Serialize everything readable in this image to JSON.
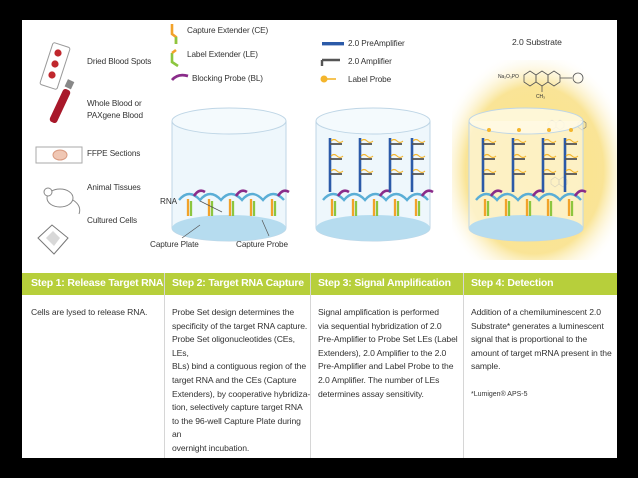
{
  "sample_types": [
    "Dried Blood Spots",
    "Whole Blood or",
    "PAXgene Blood",
    "FFPE Sections",
    "Animal Tissues",
    "Cultured Cells"
  ],
  "legend_step2": [
    "Capture Extender (CE)",
    "Label Extender (LE)",
    "Blocking Probe (BL)"
  ],
  "legend_step3": [
    "2.0 PreAmplifier",
    "2.0 Amplifier",
    "Label Probe"
  ],
  "substrate_title": "2.0 Substrate",
  "chem_formula": "Na₂O₃PO",
  "chem_methyl": "CH₃",
  "diagram_labels": {
    "rna": "RNA",
    "capture_plate": "Capture Plate",
    "capture_probe": "Capture Probe"
  },
  "colors": {
    "green_bar": "#b7cf3b",
    "ce": "#f2a22a",
    "le": "#8cc63f",
    "bl": "#8a2c8a",
    "preamp": "#2b5aa8",
    "amp": "#555555",
    "probe": "#f4b52c",
    "rna": "#5aaed6",
    "glow": "#f7d96a"
  },
  "steps": [
    {
      "title": "Step 1: Release Target RNA",
      "lines": [
        "Cells are lysed to release RNA."
      ]
    },
    {
      "title": "Step 2: Target RNA Capture",
      "lines": [
        "Probe Set design determines the",
        "specificity of the target RNA capture.",
        "Probe Set oligonucleotides (CEs, LEs,",
        "BLs) bind a contiguous region of the",
        "target RNA and the CEs (Capture",
        "Extenders), by cooperative hybridiza-",
        "tion, selectively capture target RNA",
        "to the 96-well Capture Plate during an",
        "overnight incubation."
      ]
    },
    {
      "title": "Step 3: Signal Amplification",
      "lines": [
        "Signal amplification is performed",
        "via sequential hybridization of 2.0",
        "Pre-Amplifier to Probe Set LEs (Label",
        "Extenders), 2.0 Amplifier to the 2.0",
        "Pre-Amplifier and Label Probe to the",
        "2.0 Amplifier. The number of LEs",
        "determines assay sensitivity."
      ]
    },
    {
      "title": "Step 4: Detection",
      "lines": [
        "Addition of a chemiluminescent 2.0",
        "Substrate* generates a luminescent",
        "signal that is proportional to the",
        "amount of target mRNA present in the",
        "sample."
      ]
    }
  ],
  "footnote": "*Lumigen® APS-5"
}
